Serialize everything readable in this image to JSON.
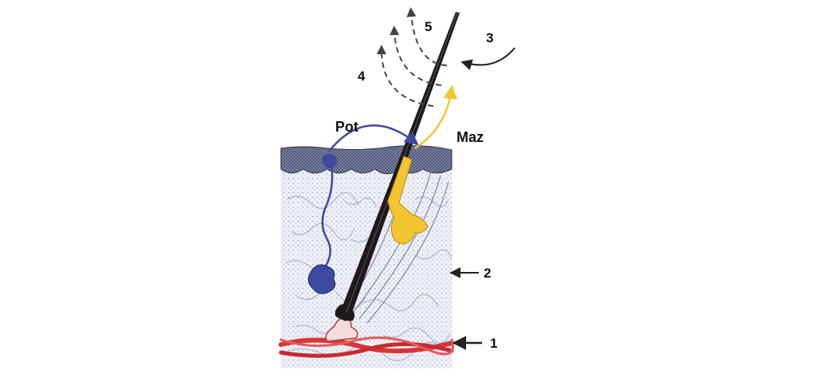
{
  "labels": {
    "pot": "Pot",
    "maz": "Maz",
    "n1": "1",
    "n2": "2",
    "n3": "3",
    "n4": "4",
    "n5": "5"
  },
  "colors": {
    "skin_surface": "#2c2f4a",
    "tissue_background": "#dfe3ee",
    "hair_shaft": "#1e1a1c",
    "sweat_gland": "#3d4aa0",
    "sebaceous_gland": "#f2c530",
    "blood_vessel": "#d9363a",
    "vapor_arrow": "#333333"
  }
}
